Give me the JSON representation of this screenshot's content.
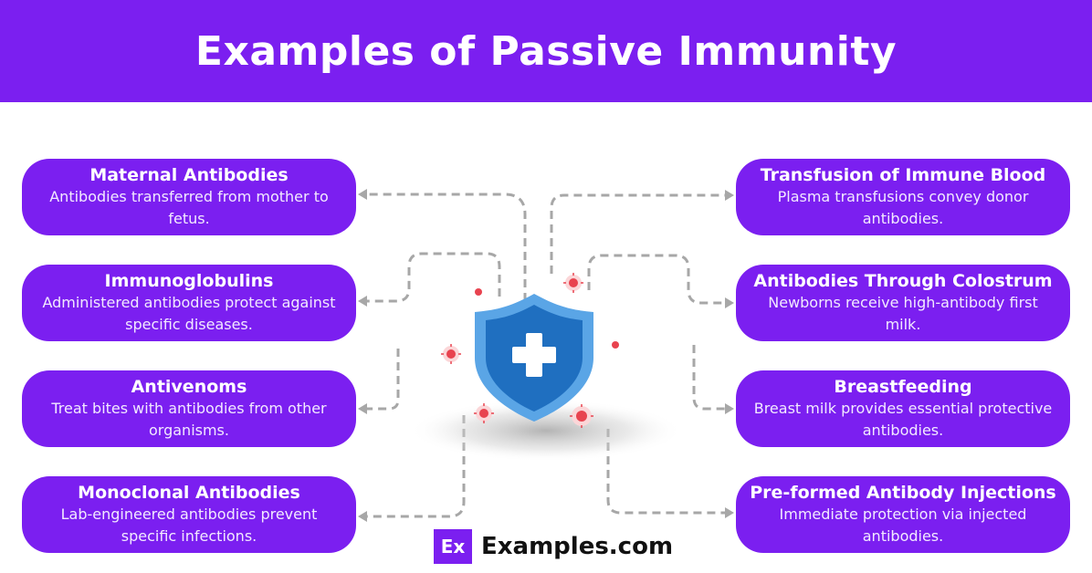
{
  "title": "Examples of Passive Immunity",
  "left_items": [
    {
      "title": "Maternal Antibodies",
      "desc": "Antibodies transferred from mother to fetus."
    },
    {
      "title": "Immunoglobulins",
      "desc": "Administered antibodies protect against specific diseases."
    },
    {
      "title": "Antivenoms",
      "desc": "Treat bites with antibodies from other organisms."
    },
    {
      "title": "Monoclonal Antibodies",
      "desc": "Lab-engineered antibodies prevent specific infections."
    }
  ],
  "right_items": [
    {
      "title": "Transfusion of Immune Blood",
      "desc": "Plasma transfusions convey donor antibodies."
    },
    {
      "title": "Antibodies Through Colostrum",
      "desc": "Newborns receive high-antibody first milk."
    },
    {
      "title": "Breastfeeding",
      "desc": "Breast milk provides essential protective antibodies."
    },
    {
      "title": "Pre-formed Antibody Injections",
      "desc": "Immediate protection via injected antibodies."
    }
  ],
  "logo": {
    "mark": "Ex",
    "name": "Examples.com"
  },
  "colors": {
    "accent": "#7b1ff0",
    "shield_outer": "#5aa5e6",
    "shield_inner": "#1f6fc0",
    "germ": "#e8434f"
  },
  "icons": [
    "shield-plus-icon",
    "germ-icon"
  ]
}
